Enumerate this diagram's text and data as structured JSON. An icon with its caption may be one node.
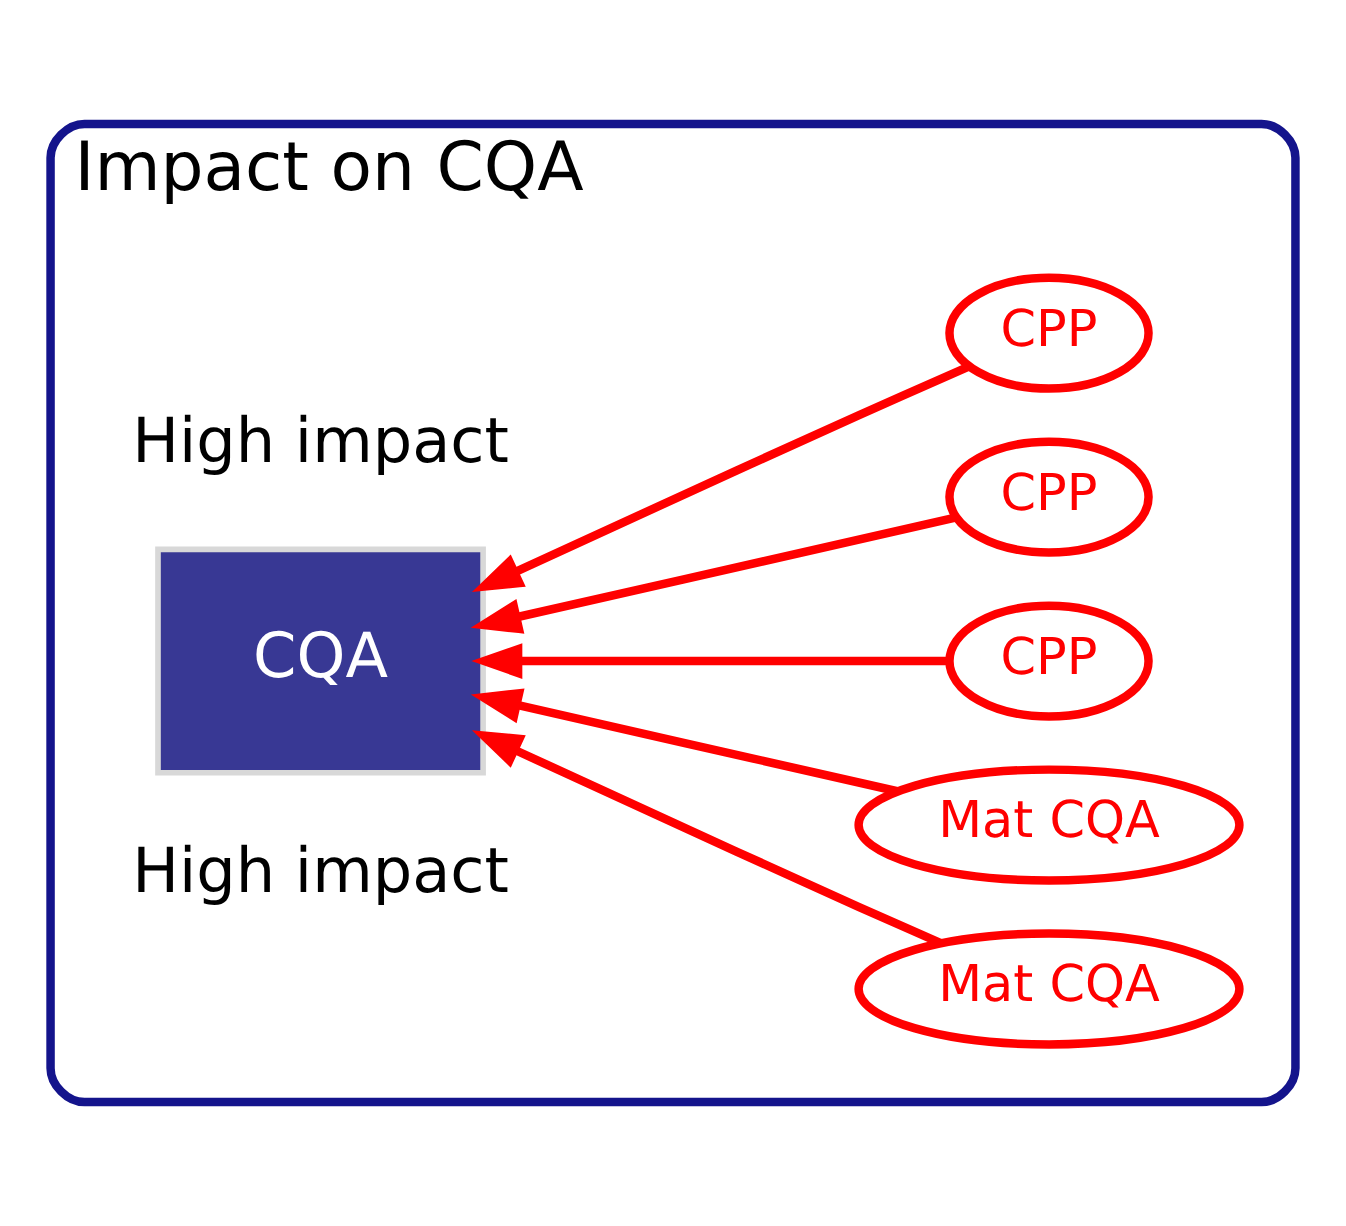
{
  "diagram": {
    "nodes": [
      {
        "text": [
          "Impact on CQA"
        ]
      },
      {
        "text": [
          "CPP"
        ],
        "in": 0
      },
      {
        "text": [
          "CPP"
        ],
        "in": 0
      },
      {
        "text": [
          "CPP"
        ],
        "in": 0
      },
      {
        "text": [
          "CQA"
        ],
        "in": 0
      },
      {
        "text": [
          "Mat CQA"
        ],
        "in": 0
      },
      {
        "text": [
          "Mat CQA"
        ],
        "in": 0
      }
    ],
    "edges": [
      {
        "from": 1,
        "to": 4,
        "arrow": "to"
      },
      {
        "from": 2,
        "to": 4,
        "arrow": "to"
      },
      {
        "from": 3,
        "to": 4,
        "arrow": "to"
      },
      {
        "from": 5,
        "to": 4,
        "arrow": "to"
      },
      {
        "from": 6,
        "to": 4,
        "arrow": "to"
      }
    ],
    "labels": [
      "High impact",
      "High impact"
    ]
  }
}
